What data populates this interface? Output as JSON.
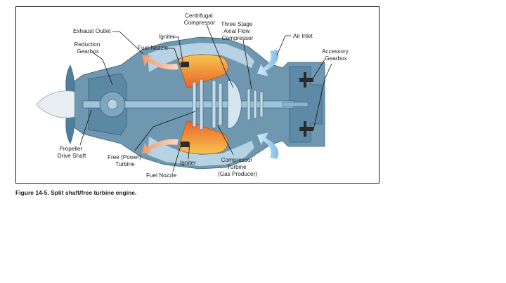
{
  "caption": "Figure 14-5. Split shaft/free turbine engine.",
  "labels": {
    "exhaust_outlet": "Exhaust Outlet",
    "reduction_gearbox": [
      "Reduction",
      "Gearbox"
    ],
    "igniter_top": "Igniter",
    "fuel_nozzle_top": "Fuel Nozzle",
    "centrifugal_compressor": [
      "Centrifugal",
      "Compressor"
    ],
    "three_stage_axial": [
      "Three Stage",
      "Axial Flow",
      "Compressor"
    ],
    "air_inlet": "Air Inlet",
    "accessory_gearbox": [
      "Accessory",
      "Gearbox"
    ],
    "propeller_drive_shaft": [
      "Propeller",
      "Drive Shaft"
    ],
    "free_power_turbine": [
      "Free (Power)",
      "Turbine"
    ],
    "fuel_nozzle_bottom": "Fuel Nozzle",
    "igniter_bottom": "Igniter",
    "compressor_turbine": [
      "Compressor",
      "Turbine",
      "(Gas Producer)"
    ]
  },
  "colors": {
    "engine_body": "#6f98b0",
    "engine_dark": "#3e6f8c",
    "inner_duct": "#b7d2e2",
    "air_flow": "#8fc7ee",
    "combustion_hot": "#e8742a",
    "combustion_warm": "#f3b54a",
    "exhaust_arrow": "#f0a477",
    "leader": "#111111"
  },
  "icons": {
    "propeller": "propeller-icon",
    "air_arrow": "air-inlet-arrow-icon",
    "exhaust_arrow": "exhaust-arrow-icon"
  }
}
